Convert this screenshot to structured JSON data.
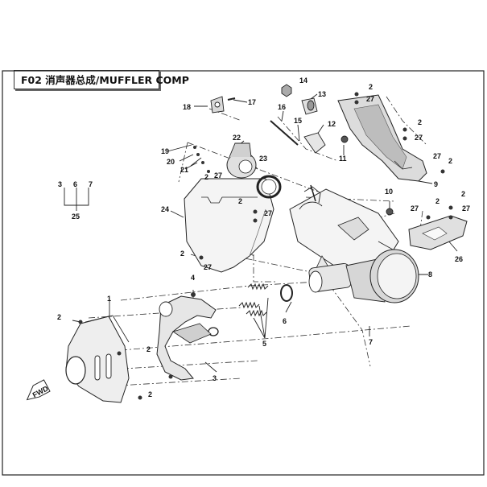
{
  "title": "F02 消声器总成/MUFFLER COMP",
  "fwd_label": "FWD",
  "callouts": {
    "c1": "1",
    "c2": "2",
    "c3": "3",
    "c4": "4",
    "c5": "5",
    "c6": "6",
    "c7": "7",
    "c8": "8",
    "c9": "9",
    "c10": "10",
    "c11": "11",
    "c12": "12",
    "c13": "13",
    "c14": "14",
    "c15": "15",
    "c16": "16",
    "c17": "17",
    "c18": "18",
    "c19": "19",
    "c20": "20",
    "c21": "21",
    "c22": "22",
    "c23": "23",
    "c24": "24",
    "c25": "25",
    "c26": "26",
    "c27": "27"
  },
  "colors": {
    "line": "#222222",
    "part_fill": "#f4f4f4",
    "shade": "#bdbdbd",
    "dark": "#555555"
  }
}
